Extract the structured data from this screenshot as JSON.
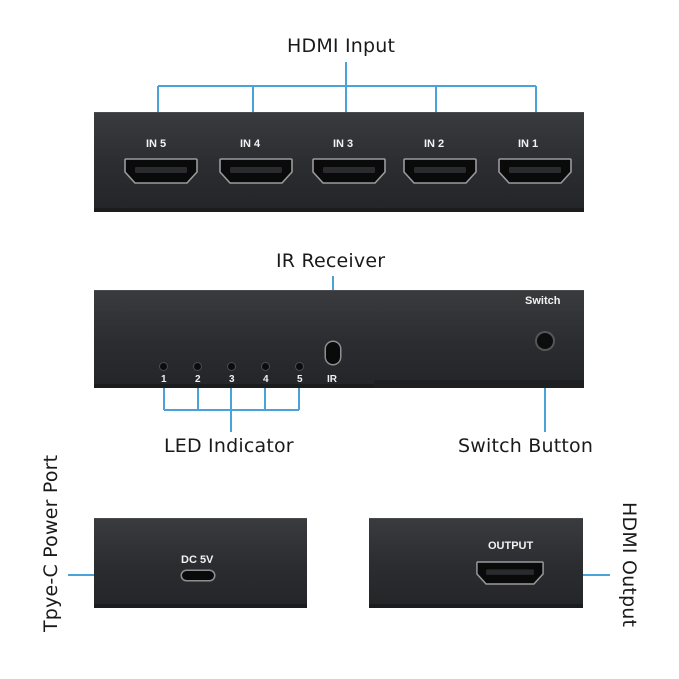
{
  "callouts": {
    "hdmi_input": "HDMI Input",
    "ir_receiver": "IR Receiver",
    "led_indicator": "LED Indicator",
    "switch_button": "Switch Button",
    "power_port": "Tpye-C Power Port",
    "hdmi_output": "HDMI Output"
  },
  "top_panel": {
    "ports": [
      {
        "label": "IN 5"
      },
      {
        "label": "IN 4"
      },
      {
        "label": "IN 3"
      },
      {
        "label": "IN 2"
      },
      {
        "label": "IN 1"
      }
    ]
  },
  "middle_panel": {
    "switch_label": "Switch",
    "ir_label": "IR",
    "leds": [
      "1",
      "2",
      "3",
      "4",
      "5"
    ]
  },
  "bottom_left_panel": {
    "label": "DC 5V"
  },
  "bottom_right_panel": {
    "label": "OUTPUT"
  },
  "colors": {
    "callout_line": "#4aa3d8",
    "panel": "#2e2f32",
    "label_text": "#f2f2f2"
  }
}
